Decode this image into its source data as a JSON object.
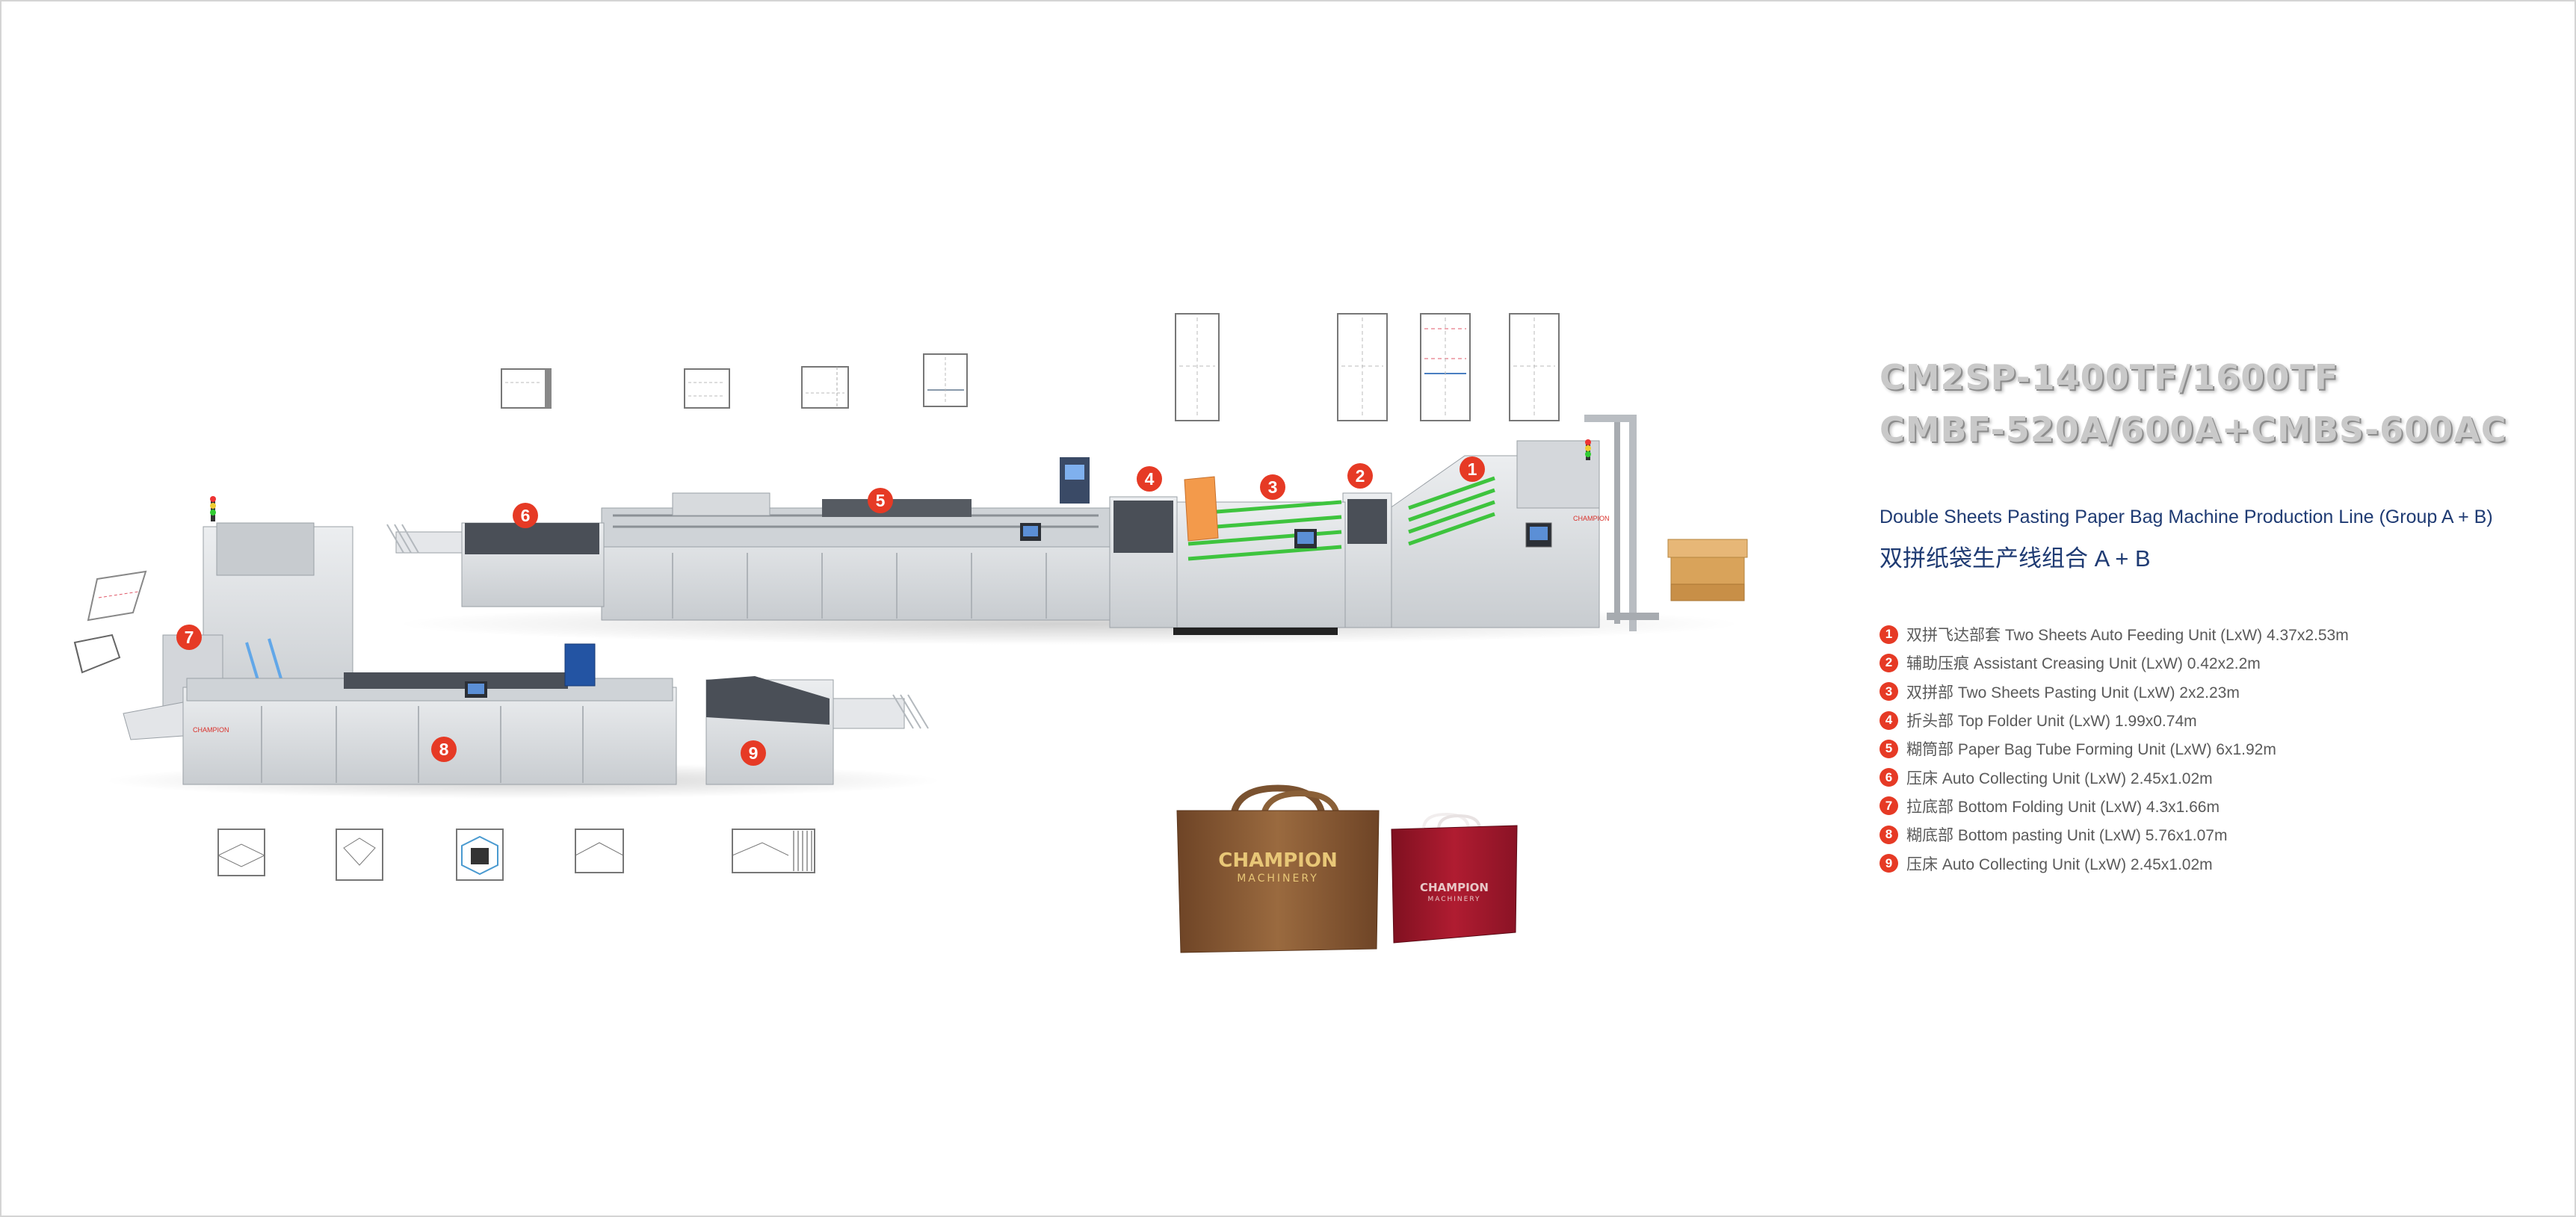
{
  "title": {
    "line1": "CM2SP-1400TF/1600TF",
    "line2": "CMBF-520A/600A+CMBS-600AC"
  },
  "subtitle": {
    "en": "Double Sheets Pasting Paper Bag Machine Production Line (Group A + B)",
    "cn": "双拼纸袋生产线组合 A + B"
  },
  "units": [
    {
      "no": "1",
      "text": "双拼飞达部套 Two Sheets Auto Feeding Unit (LxW) 4.37x2.53m"
    },
    {
      "no": "2",
      "text": "辅助压痕 Assistant Creasing Unit (LxW) 0.42x2.2m"
    },
    {
      "no": "3",
      "text": "双拼部 Two Sheets Pasting Unit (LxW) 2x2.23m"
    },
    {
      "no": "4",
      "text": "折头部 Top Folder Unit (LxW) 1.99x0.74m"
    },
    {
      "no": "5",
      "text": "糊筒部 Paper Bag Tube Forming Unit (LxW) 6x1.92m"
    },
    {
      "no": "6",
      "text": "压床 Auto Collecting Unit (LxW) 2.45x1.02m"
    },
    {
      "no": "7",
      "text": "拉底部 Bottom Folding Unit (LxW) 4.3x1.66m"
    },
    {
      "no": "8",
      "text": "糊底部 Bottom pasting Unit (LxW) 5.76x1.07m"
    },
    {
      "no": "9",
      "text": "压床 Auto Collecting Unit (LxW) 2.45x1.02m"
    }
  ],
  "machine_markers": [
    "1",
    "2",
    "3",
    "4",
    "5",
    "6",
    "7",
    "8",
    "9"
  ],
  "bags": {
    "brown": {
      "brand": "CHAMPION",
      "sub": "MACHINERY"
    },
    "red": {
      "brand": "CHAMPION",
      "sub": "MACHINERY"
    }
  },
  "machine_brand": "CHAMPION",
  "colors": {
    "accent": "#e63a25",
    "subtitle": "#1f3b73",
    "title": "#c9c9c9",
    "machine": "#dcdfe2",
    "belt": "#3ec43e",
    "pallet": "#d9a35a",
    "orange_unit": "#f39a4b",
    "bag_brown": "#8a5a34",
    "bag_red": "#a0172b"
  }
}
